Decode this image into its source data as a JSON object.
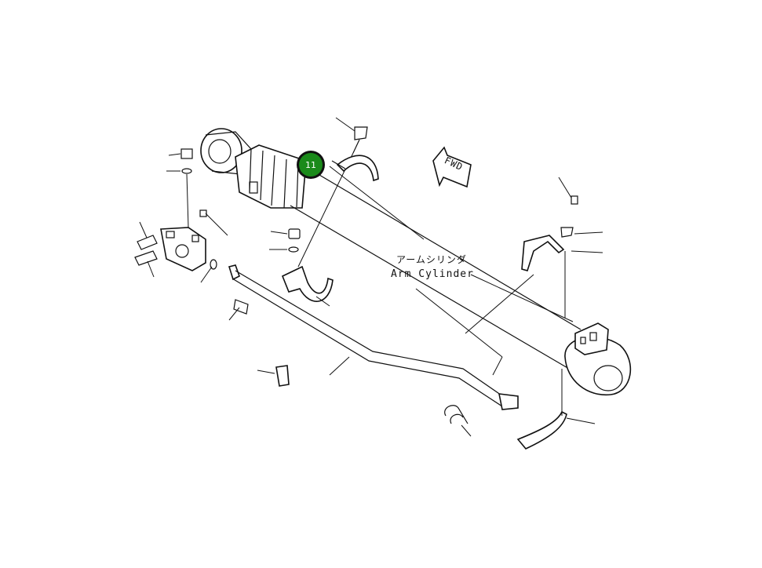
{
  "title_jp": "アームシリンダ",
  "title_en": "Arm Cylinder",
  "fwd_label": "FWD",
  "callout": {
    "number": "11",
    "color": "#1a8a1a",
    "ring_color": "#111111"
  }
}
